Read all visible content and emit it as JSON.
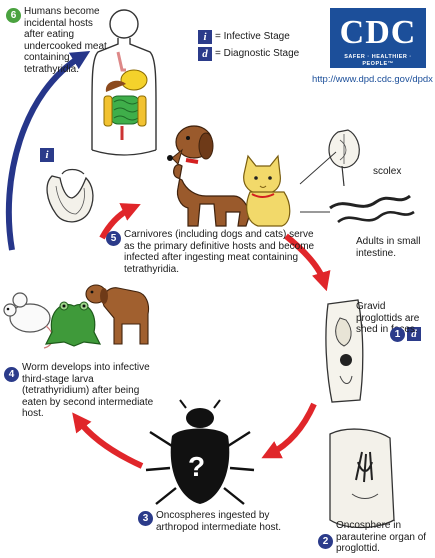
{
  "legend": {
    "infective_symbol": "i",
    "infective_label": "= Infective Stage",
    "diagnostic_symbol": "d",
    "diagnostic_label": "= Diagnostic Stage"
  },
  "logo": {
    "wordmark": "CDC",
    "tagline": "SAFER · HEALTHIER · PEOPLE™",
    "url": "http://www.dpd.cdc.gov/dpdx"
  },
  "steps": [
    {
      "number": "1",
      "text": "Gravid proglottids are shed in feces."
    },
    {
      "number": "2",
      "text": "Oncosphere in parauterine organ of proglottid."
    },
    {
      "number": "3",
      "text": "Oncospheres ingested by arthropod intermediate host."
    },
    {
      "number": "4",
      "text": "Worm develops into infective third-stage larva (tetrathyridium) after being eaten by second intermediate host."
    },
    {
      "number": "5",
      "text": "Carnivores (including dogs and cats) serve as the primary definitive hosts and become infected after ingesting meat containing tetrathyridia."
    },
    {
      "number": "6",
      "text": "Humans become incidental hosts after eating undercooked meat containing tetrathyridia."
    }
  ],
  "labels": {
    "scolex": "scolex",
    "adults": "Adults in small intestine.",
    "question_mark": "?"
  },
  "colors": {
    "arrow_red": "#e0262a",
    "arrow_blue": "#26368a",
    "badge_blue": "#2b3b8a",
    "badge_green": "#4aa23f",
    "logo_blue": "#1c4f9a"
  }
}
